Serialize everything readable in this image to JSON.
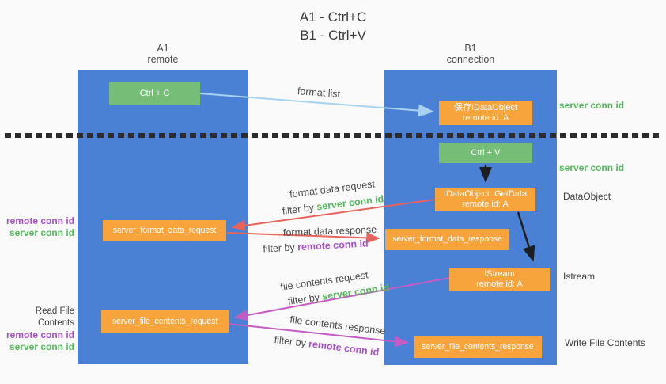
{
  "title": {
    "line1": "A1 - Ctrl+C",
    "line2": "B1 - Ctrl+V"
  },
  "lanes": {
    "left": {
      "name": "A1",
      "role": "remote"
    },
    "right": {
      "name": "B1",
      "role": "connection"
    }
  },
  "nodes": {
    "ctrl_c": {
      "label": "Ctrl + C"
    },
    "save_idataobject": {
      "line1": "保存IDataObject",
      "line2": "remote id: A"
    },
    "ctrl_v": {
      "label": "Ctrl + V"
    },
    "getdata": {
      "line1": "IDataObject::GetData",
      "line2": "remote id: A"
    },
    "format_request": {
      "label": "server_format_data_request"
    },
    "format_response": {
      "label": "server_format_data_response"
    },
    "istream": {
      "line1": "IStream",
      "line2": "remote id: A"
    },
    "file_request": {
      "label": "server_file_contents_request"
    },
    "file_response": {
      "label": "server_file_contents_response"
    }
  },
  "annotations": {
    "format_list": "format list",
    "format_data_request": "format data request",
    "format_data_response": "format data response",
    "file_contents_request": "file contents request",
    "file_contents_response": "file contents response",
    "filter_by": "filter by ",
    "server_conn_id": "server conn id",
    "remote_conn_id": "remote conn id"
  },
  "side_labels": {
    "server_conn_id_top": "server conn id",
    "server_conn_id_mid": "server conn id",
    "dataobject": "DataObject",
    "istream": "Istream",
    "write_file_contents": "Write File Contents",
    "read_file_contents": "Read File Contents",
    "remote_conn_id": "remote conn id",
    "server_conn_id": "server conn id"
  },
  "colors": {
    "lane_blue": "#4b81d5",
    "node_green": "#76bd78",
    "node_orange": "#f8a43c",
    "arrow_red": "#e8635c",
    "arrow_magenta": "#c45cc3",
    "arrow_blue": "#a8d2ee",
    "arrow_black": "#1e1e1e",
    "text_green": "#57b75e",
    "text_purple": "#a650c8",
    "divider_black": "#2b2b2b"
  }
}
